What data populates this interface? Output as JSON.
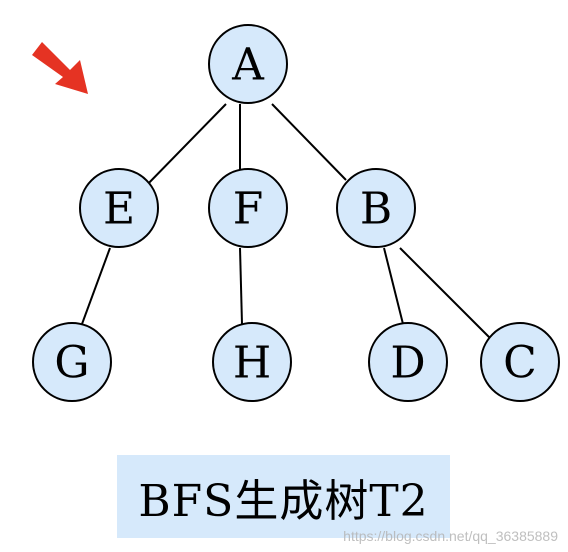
{
  "diagram": {
    "type": "tree",
    "nodes": [
      {
        "id": "A",
        "label": "A"
      },
      {
        "id": "E",
        "label": "E"
      },
      {
        "id": "F",
        "label": "F"
      },
      {
        "id": "B",
        "label": "B"
      },
      {
        "id": "G",
        "label": "G"
      },
      {
        "id": "H",
        "label": "H"
      },
      {
        "id": "D",
        "label": "D"
      },
      {
        "id": "C",
        "label": "C"
      }
    ],
    "edges": [
      {
        "from": "A",
        "to": "E"
      },
      {
        "from": "A",
        "to": "F"
      },
      {
        "from": "A",
        "to": "B"
      },
      {
        "from": "E",
        "to": "G"
      },
      {
        "from": "F",
        "to": "H"
      },
      {
        "from": "B",
        "to": "D"
      },
      {
        "from": "B",
        "to": "C"
      }
    ]
  },
  "caption": "BFS生成树T2",
  "watermark": "https://blog.csdn.net/qq_36385889",
  "colors": {
    "node_fill": "#d6e9fb",
    "caption_background": "#d6e9fb",
    "arrow": "#e53323"
  }
}
